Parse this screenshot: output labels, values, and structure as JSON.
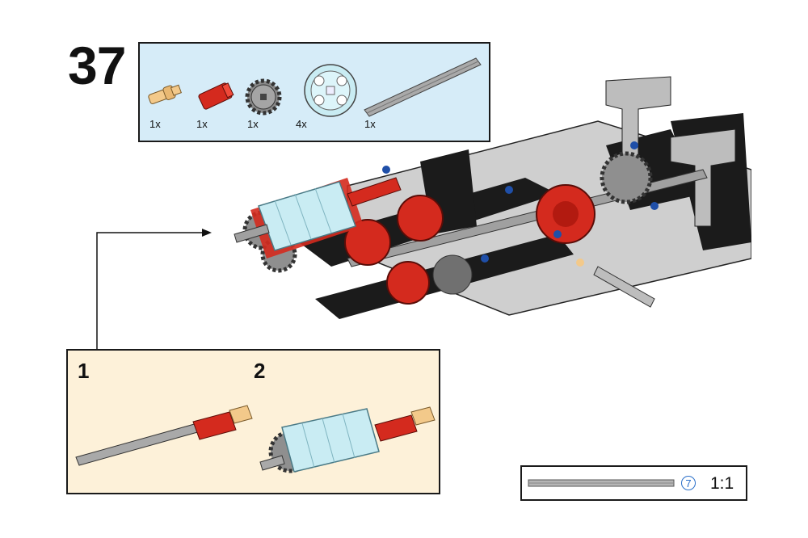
{
  "step": {
    "number": "37"
  },
  "parts": [
    {
      "name": "tan-pin-with-axle",
      "qty": "1x"
    },
    {
      "name": "red-axle-connector",
      "qty": "1x"
    },
    {
      "name": "gray-gear-16-tooth",
      "qty": "1x"
    },
    {
      "name": "transparent-clear-hub",
      "qty": "4x"
    },
    {
      "name": "gray-axle",
      "qty": "1x"
    }
  ],
  "substeps": [
    {
      "number": "1"
    },
    {
      "number": "2"
    }
  ],
  "scale": {
    "length": "7",
    "ratio": "1:1"
  },
  "colors": {
    "parts_bg": "#d6ecf8",
    "substep_bg": "#fdf1d9",
    "red": "#d42a1e",
    "black": "#1b1b1b",
    "gray": "#9a9a9a",
    "light_gray": "#cfcfcf",
    "transparent": "#c9ecf3",
    "tan": "#f3c98a",
    "blue_pin": "#1f4fa8"
  }
}
